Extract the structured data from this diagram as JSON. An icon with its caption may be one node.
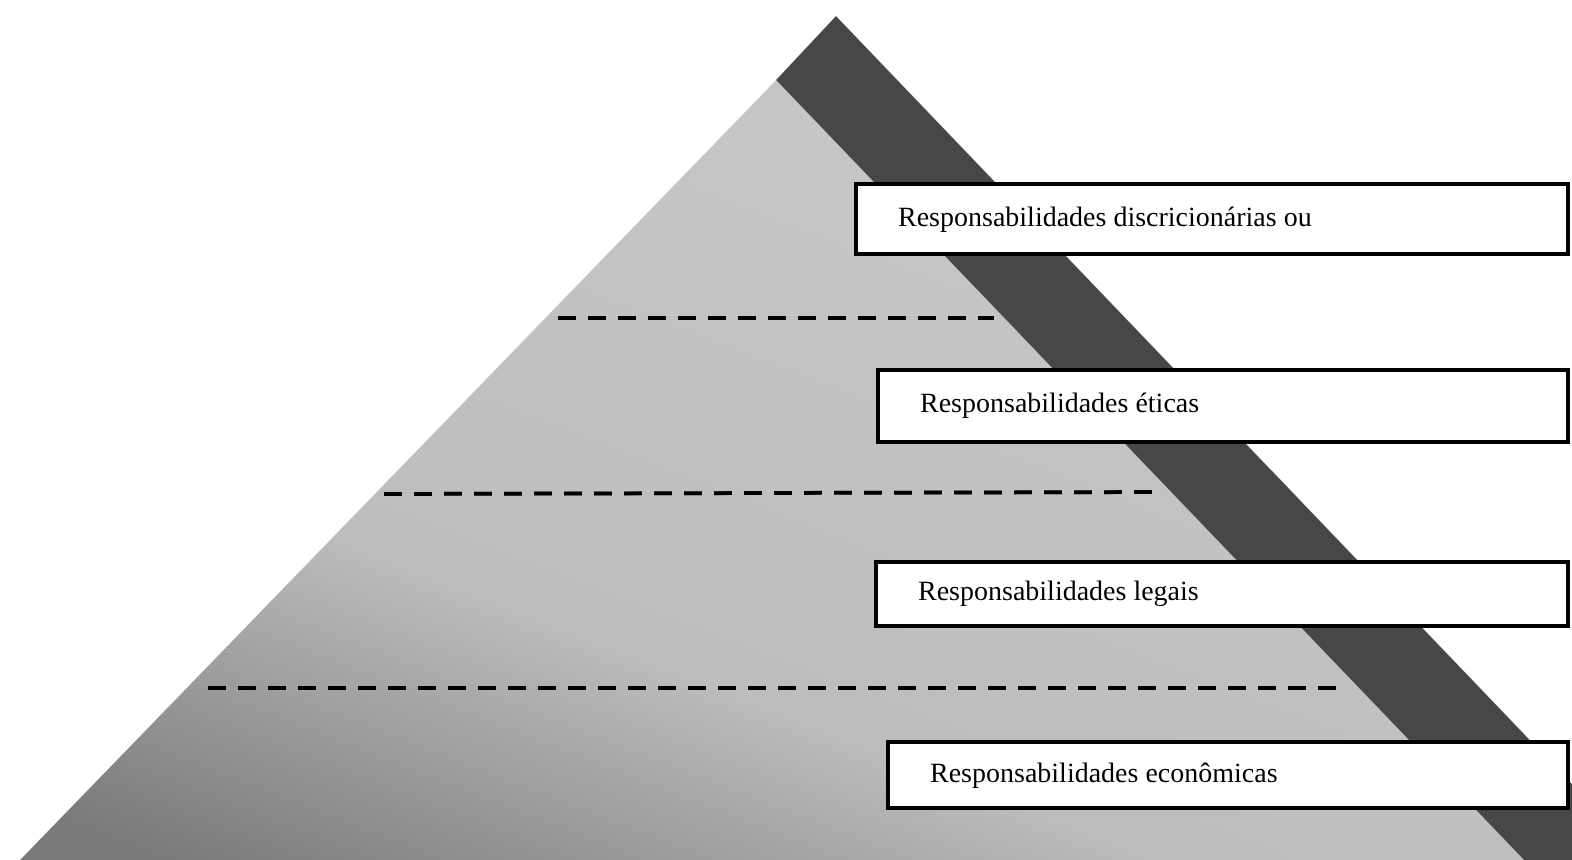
{
  "diagram": {
    "nodes": [
      {
        "text": [
          "Responsabilidades discricionárias ou"
        ]
      },
      {
        "text": [
          "Responsabilidades éticas"
        ]
      },
      {
        "text": [
          "Responsabilidades legais"
        ]
      },
      {
        "text": [
          "Responsabilidades econômicas"
        ]
      }
    ]
  }
}
